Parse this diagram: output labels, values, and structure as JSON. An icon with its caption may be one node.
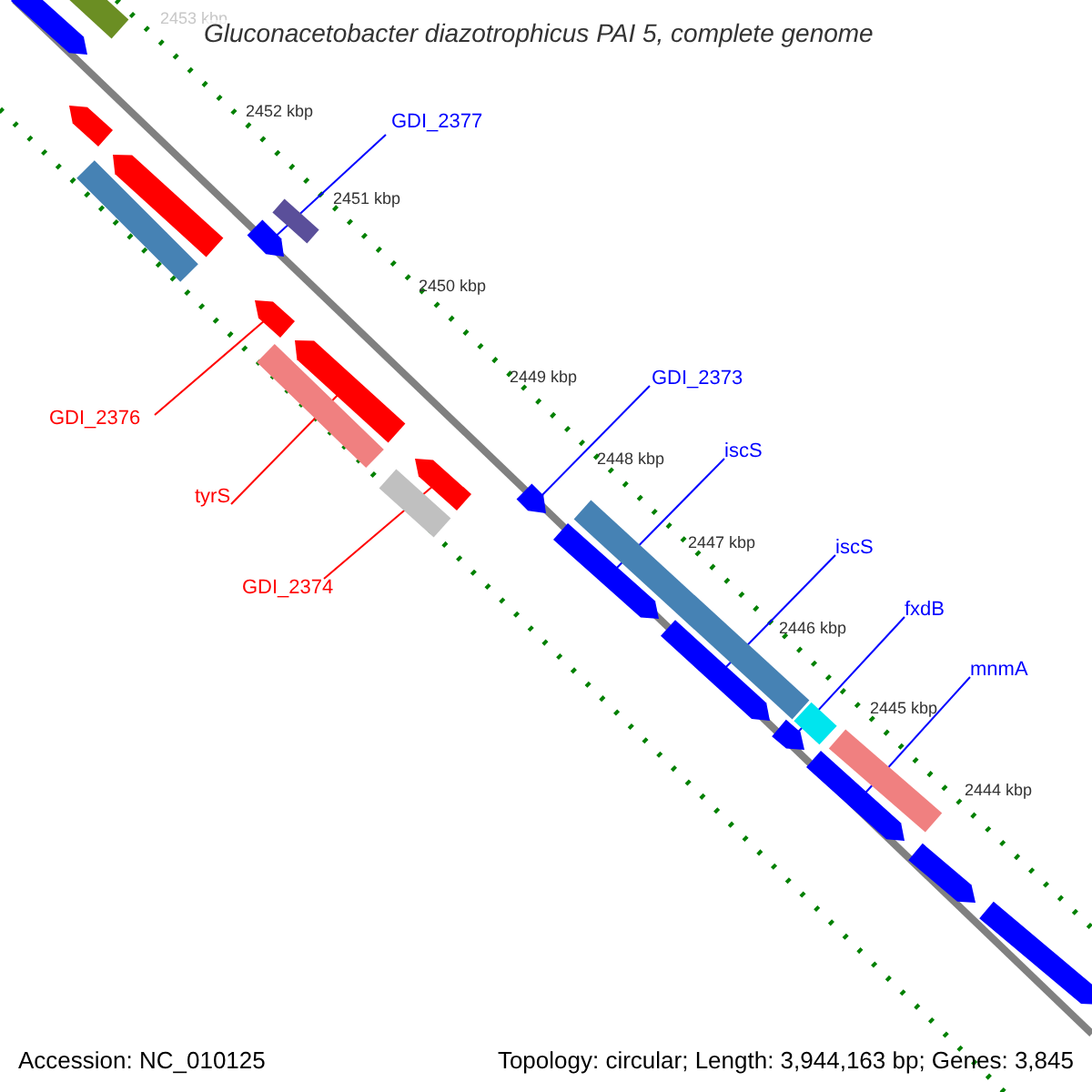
{
  "diagram": {
    "title": "Gluconacetobacter diazotrophicus PAI 5, complete genome",
    "nodes": [
      {
        "text": [
          "GDI_2377"
        ]
      },
      {
        "text": [],
        "shape": "arrow"
      },
      {
        "text": [
          "GDI_2376"
        ]
      },
      {
        "text": [],
        "shape": "arrow"
      },
      {
        "text": [
          "tyrS"
        ]
      },
      {
        "text": [],
        "shape": "arrow"
      },
      {
        "text": [
          "GDI_2374"
        ]
      },
      {
        "text": [],
        "shape": "arrow"
      },
      {
        "text": [
          "GDI_2373"
        ]
      },
      {
        "text": [],
        "shape": "arrow"
      },
      {
        "text": [
          "iscS"
        ]
      },
      {
        "text": [],
        "shape": "arrow"
      },
      {
        "text": [
          "iscS"
        ]
      },
      {
        "text": [],
        "shape": "arrow"
      },
      {
        "text": [
          "fxdB"
        ]
      },
      {
        "text": [],
        "shape": "arrow"
      },
      {
        "text": [
          "mnmA"
        ]
      },
      {
        "text": [],
        "shape": "arrow"
      },
      {
        "text": [],
        "shape": "arrow"
      },
      {
        "text": [],
        "shape": "bar"
      },
      {
        "text": [],
        "shape": "arrow"
      },
      {
        "text": [],
        "shape": "arrow"
      },
      {
        "text": [],
        "shape": "bar"
      },
      {
        "text": [],
        "shape": "bar"
      },
      {
        "text": [],
        "shape": "bar"
      },
      {
        "text": [],
        "shape": "bar"
      },
      {
        "text": [],
        "shape": "bar"
      },
      {
        "text": [],
        "shape": "bar"
      },
      {
        "text": [],
        "shape": "bar"
      },
      {
        "text": [],
        "shape": "arrow"
      },
      {
        "text": [],
        "shape": "arrow"
      }
    ],
    "edges": [
      {
        "from": 0,
        "to": 1,
        "arrow": "none",
        "color": "#0000ff"
      },
      {
        "from": 2,
        "to": 3,
        "arrow": "none",
        "color": "#ff0000"
      },
      {
        "from": 4,
        "to": 5,
        "arrow": "none",
        "color": "#ff0000"
      },
      {
        "from": 6,
        "to": 7,
        "arrow": "none",
        "color": "#ff0000"
      },
      {
        "from": 8,
        "to": 9,
        "arrow": "none",
        "color": "#0000ff"
      },
      {
        "from": 10,
        "to": 11,
        "arrow": "none",
        "color": "#0000ff"
      },
      {
        "from": 12,
        "to": 13,
        "arrow": "none",
        "color": "#0000ff"
      },
      {
        "from": 14,
        "to": 15,
        "arrow": "none",
        "color": "#0000ff"
      },
      {
        "from": 16,
        "to": 17,
        "arrow": "none",
        "color": "#0000ff"
      }
    ],
    "labels": [
      "2453 kbp",
      "2452 kbp",
      "2451 kbp",
      "2450 kbp",
      "2449 kbp",
      "2448 kbp",
      "2447 kbp",
      "2446 kbp",
      "2445 kbp",
      "2444 kbp",
      "Accession: NC_010125",
      "Topology: circular; Length: 3,944,163 bp; Genes: 3,845"
    ]
  }
}
